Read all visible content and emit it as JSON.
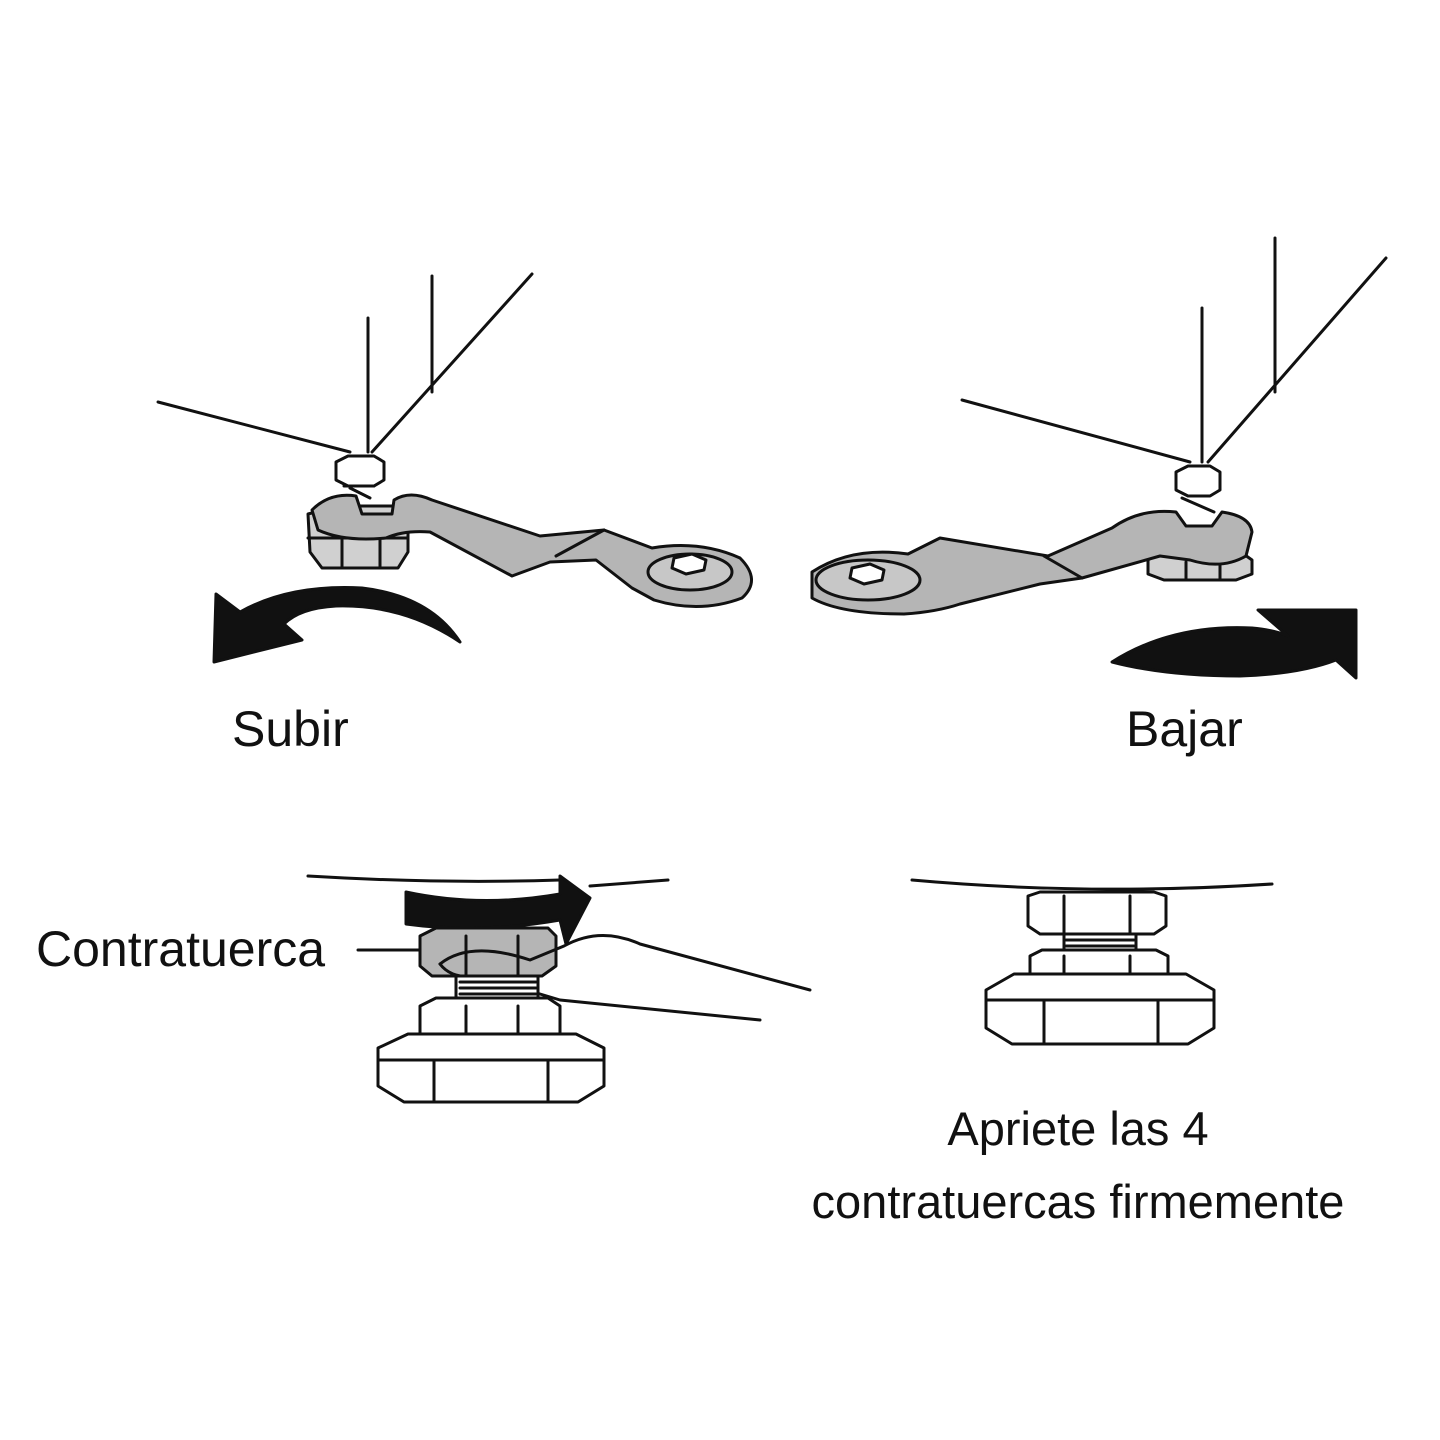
{
  "labels": {
    "raise": "Subir",
    "lower": "Bajar",
    "locknut": "Contratuerca",
    "tighten_line1": "Apriete las 4",
    "tighten_line2": "contratuercas firmemente"
  },
  "colors": {
    "ink": "#111111",
    "metal": "#b5b5b5",
    "metal_light": "#d0d0d0",
    "background": "#ffffff"
  },
  "icons": [
    "curved-arrow-left-icon",
    "curved-arrow-right-icon",
    "wrench-icon",
    "hex-nut-icon",
    "hex-socket-icon"
  ]
}
